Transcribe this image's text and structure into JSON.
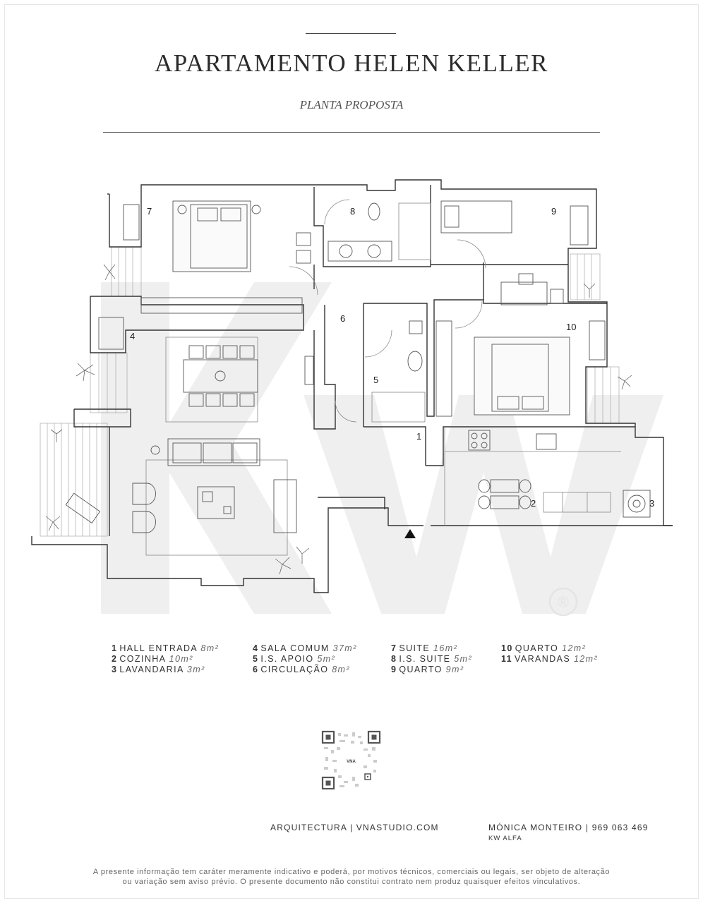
{
  "header": {
    "title": "APARTAMENTO HELEN KELLER",
    "subtitle": "PLANTA PROPOSTA"
  },
  "plan": {
    "room_numbers": [
      "1",
      "2",
      "3",
      "4",
      "5",
      "6",
      "7",
      "8",
      "9",
      "10"
    ],
    "watermark": "KW",
    "registered_mark": "®"
  },
  "legend": [
    [
      {
        "num": "1",
        "name": "HALL ENTRADA",
        "area": "8m²"
      },
      {
        "num": "2",
        "name": "COZINHA",
        "area": "10m²"
      },
      {
        "num": "3",
        "name": "LAVANDARIA",
        "area": "3m²"
      }
    ],
    [
      {
        "num": "4",
        "name": "SALA COMUM",
        "area": "37m²"
      },
      {
        "num": "5",
        "name": "I.S. APOIO",
        "area": "5m²"
      },
      {
        "num": "6",
        "name": "CIRCULAÇÃO",
        "area": "8m²"
      }
    ],
    [
      {
        "num": "7",
        "name": "SUITE",
        "area": "16m²"
      },
      {
        "num": "8",
        "name": "I.S. SUITE",
        "area": "5m²"
      },
      {
        "num": "9",
        "name": "QUARTO",
        "area": "9m²"
      }
    ],
    [
      {
        "num": "10",
        "name": "QUARTO",
        "area": "12m²"
      },
      {
        "num": "11",
        "name": "VARANDAS",
        "area": "12m²"
      }
    ]
  ],
  "qr": {
    "center_text": "VNA"
  },
  "footer": {
    "architecture": "ARQUITECTURA | VNASTUDIO.COM",
    "agent": "MÓNICA MONTEIRO | 969 063 469",
    "agency": "KW ALFA",
    "disclaimer_line1": "A presente informação tem caráter meramente indicativo e poderá, por motivos técnicos, comerciais ou legais, ser objeto de alteração",
    "disclaimer_line2": "ou variação sem aviso prévio. O presente documento não constitui contrato nem produz quaisquer efeitos vinculativos."
  },
  "colors": {
    "wall": "#333333",
    "watermark": "#eeeeee",
    "line": "#888888"
  }
}
